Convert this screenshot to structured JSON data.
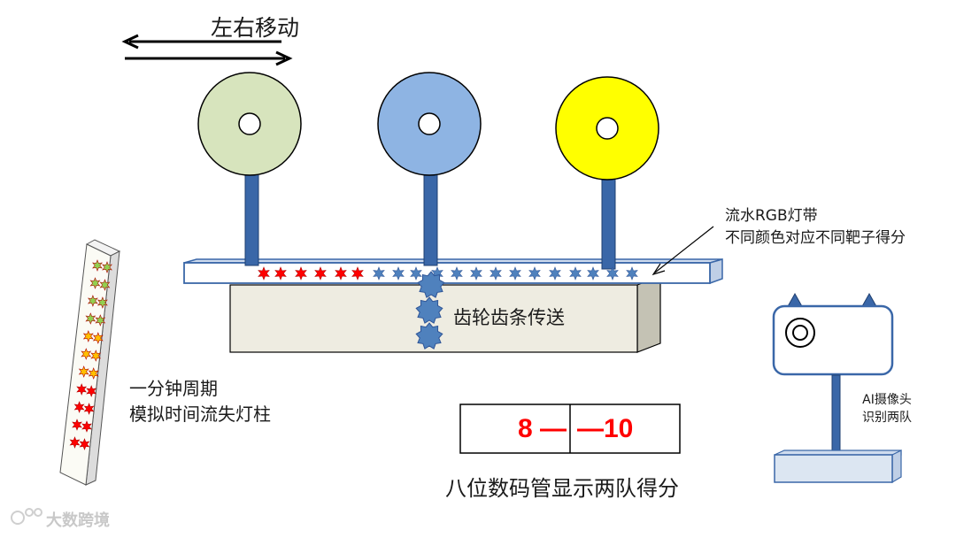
{
  "labels": {
    "move": "左右移动",
    "strip_line1": "流水RGB灯带",
    "strip_line2": "不同颜色对应不同靶子得分",
    "gear": "齿轮齿条传送",
    "column_line1": "一分钟周期",
    "column_line2": "模拟时间流失灯柱",
    "camera_line1": "AI摄像头",
    "camera_line2": "识别两队",
    "display": "八位数码管显示两队得分"
  },
  "score": {
    "left": "8 —",
    "right": "—10"
  },
  "watermark": "大数跨境",
  "colors": {
    "target_1": "#d7e4bd",
    "target_2": "#8eb4e3",
    "target_3": "#ffff00",
    "post": "#3a67a8",
    "star_red": "#ff0000",
    "star_blue": "#4f81bd",
    "star_green": "#92d050",
    "star_yellow": "#ffc000",
    "score_red": "#ff0000",
    "base_fill": "#eeece1"
  },
  "icons": [
    "left-arrow-icon",
    "right-arrow-icon",
    "gear-icon",
    "camera-lens-icon",
    "star-led-icon"
  ]
}
